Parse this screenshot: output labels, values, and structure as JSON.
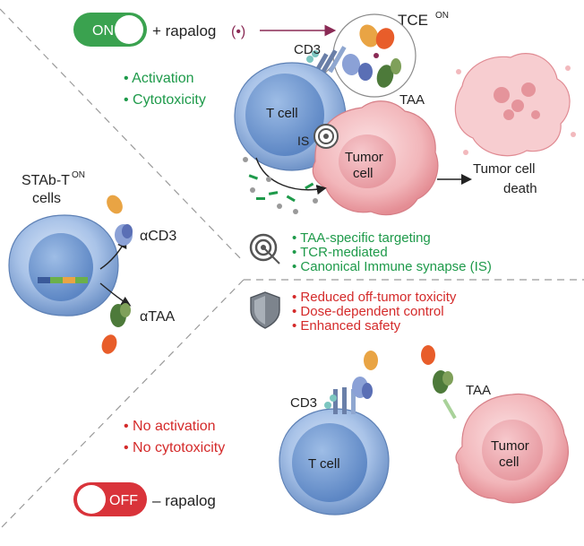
{
  "colors": {
    "green": "#1e9a4a",
    "red": "#d42a2a",
    "toggle_on": "#3aa24f",
    "toggle_off": "#d9333a",
    "tcell": "#8fb0dc",
    "tumor": "#f2b9bd",
    "rapalog_arrow": "#8a2a55"
  },
  "on_state": {
    "toggle_label": "ON",
    "rapalog_text": "+ rapalog",
    "rapalog_symbol": "(•)",
    "complex_label": "TCE",
    "complex_superscript": "ON",
    "cd3_label": "CD3",
    "taa_label": "TAA",
    "tcell_label": "T cell",
    "tumor_label_1": "Tumor",
    "tumor_label_2": "cell",
    "is_label": "IS",
    "death_label_1": "Tumor cell",
    "death_label_2": "death",
    "effects": [
      "• Activation",
      "• Cytotoxicity"
    ]
  },
  "left": {
    "title_1": "STAb-T",
    "title_sup": "ON",
    "title_2": "cells",
    "acd3_label": "αCD3",
    "ataa_label": "αTAA"
  },
  "features": {
    "targeting_icon": "target-icon",
    "targeting": [
      "• TAA-specific targeting",
      "• TCR-mediated",
      "• Canonical Immune synapse (IS)"
    ],
    "safety_icon": "shield-icon",
    "safety": [
      "• Reduced off-tumor toxicity",
      "• Dose-dependent control",
      "• Enhanced safety"
    ]
  },
  "off_state": {
    "toggle_label": "OFF",
    "rapalog_text": "– rapalog",
    "effects": [
      "• No activation",
      "• No cytotoxicity"
    ],
    "cd3_label": "CD3",
    "taa_label": "TAA",
    "tcell_label": "T cell",
    "tumor_label_1": "Tumor",
    "tumor_label_2": "cell"
  }
}
